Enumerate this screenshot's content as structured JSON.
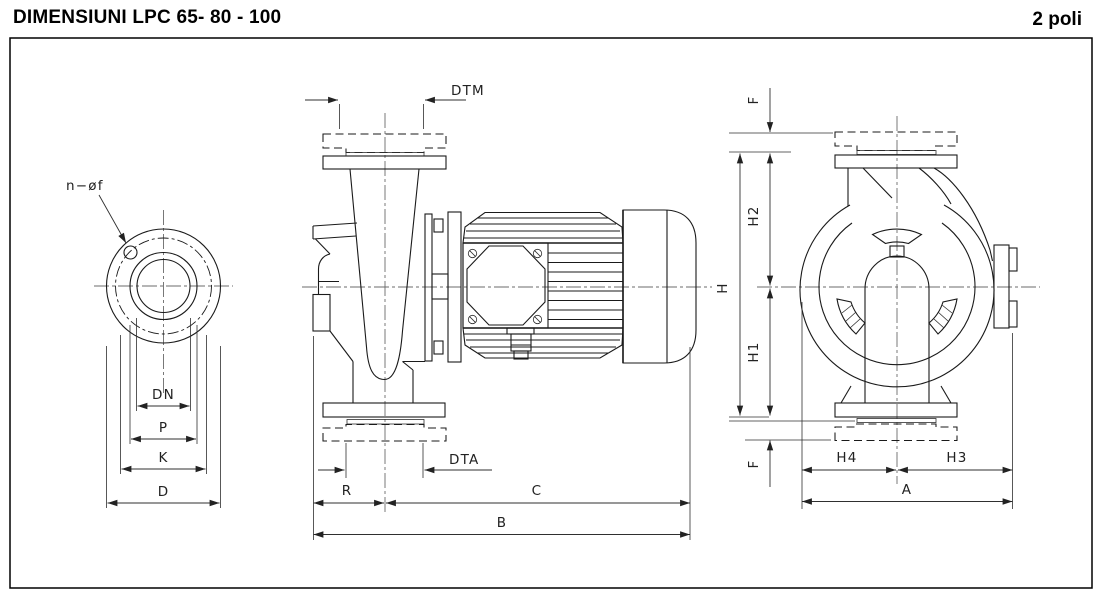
{
  "header": {
    "title": "DIMENSIUNI LPC 65- 80 - 100",
    "poles": "2 poli"
  },
  "front_view": {
    "labels": {
      "bolt_note": "n−øf",
      "dn": "DN",
      "p": "P",
      "k": "K",
      "d": "D"
    }
  },
  "side_view": {
    "labels": {
      "dtm": "DTM",
      "dta": "DTA",
      "r": "R",
      "c": "C",
      "b": "B"
    }
  },
  "end_view": {
    "labels": {
      "f_top": "F",
      "h2": "H2",
      "h": "H",
      "h1": "H1",
      "f_bottom": "F",
      "h4": "H4",
      "h3": "H3",
      "a": "A"
    }
  },
  "colors": {
    "line": "#1a1a1a",
    "centerline": "#6b6b6b",
    "dim": "#2f2f2f",
    "background": "#ffffff"
  }
}
